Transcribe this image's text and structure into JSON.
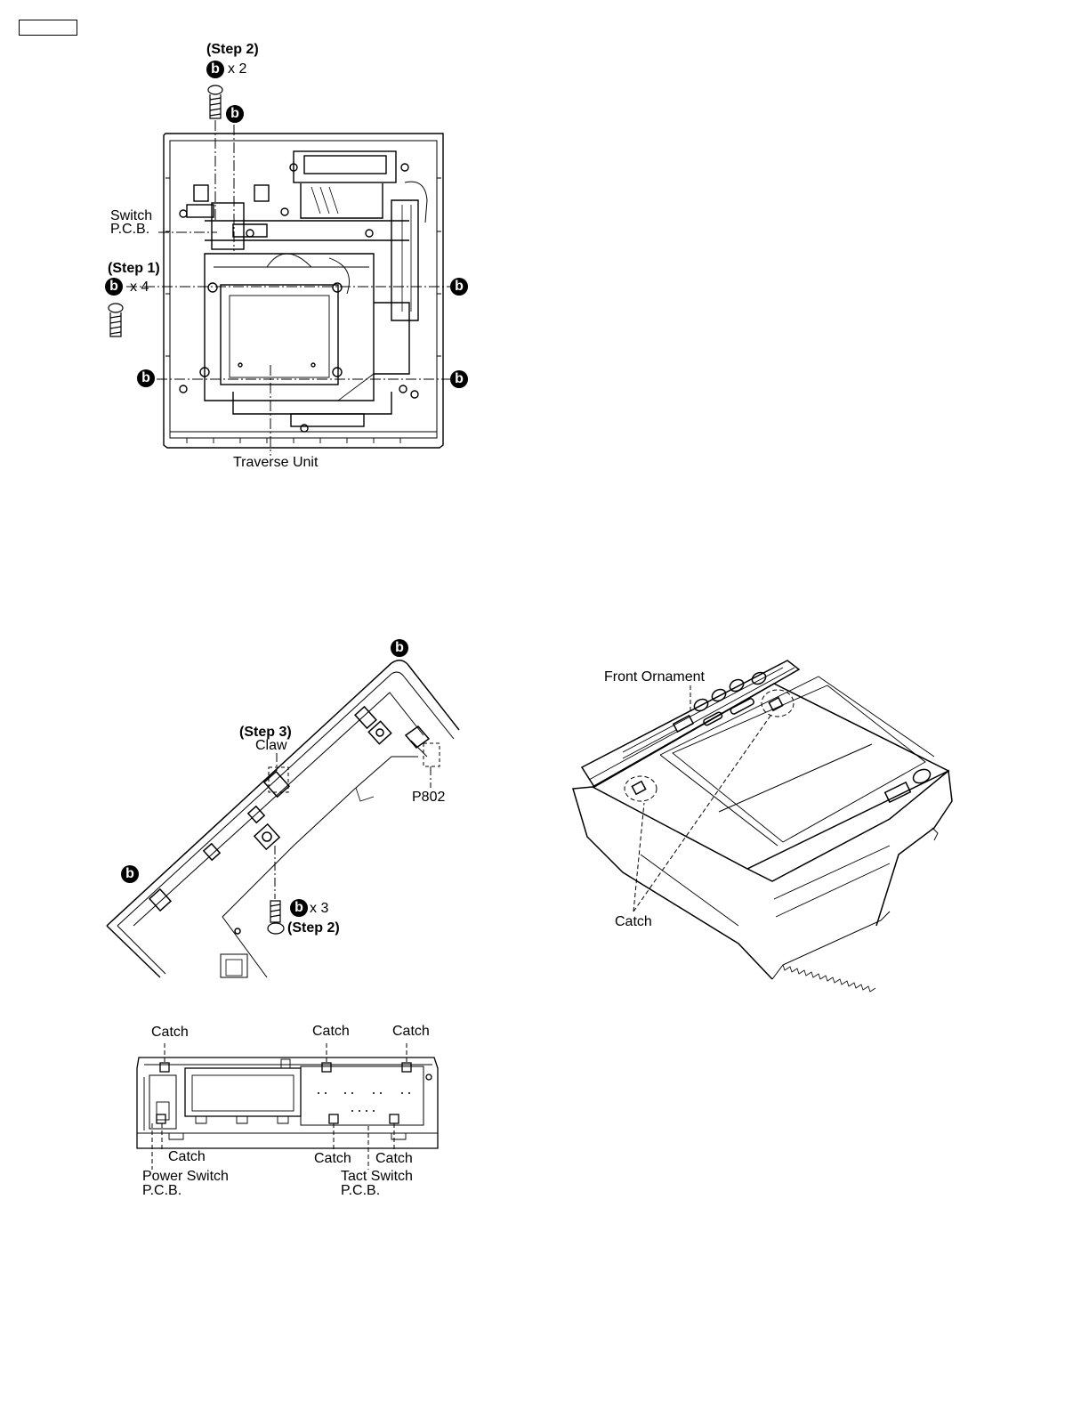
{
  "screw_mark": "b",
  "figure1": {
    "step2_label": "(Step 2)",
    "step2_count": "x 2",
    "step1_label": "(Step 1)",
    "step1_count": "x 4",
    "switch_pcb_label": [
      "Switch",
      "P.C.B."
    ],
    "traverse_unit_label": "Traverse Unit"
  },
  "figure2": {
    "step3_label": "(Step 3)",
    "claw_label": "Claw",
    "connector_label": "P802",
    "step2_count": "x 3",
    "step2_label": "(Step 2)"
  },
  "figure3": {
    "front_ornament_label": "Front Ornament",
    "catch_label": "Catch"
  },
  "figure4": {
    "catch_label": "Catch",
    "power_switch_label": [
      "Power Switch",
      "P.C.B."
    ],
    "tact_switch_label": [
      "Tact Switch",
      "P.C.B."
    ]
  }
}
